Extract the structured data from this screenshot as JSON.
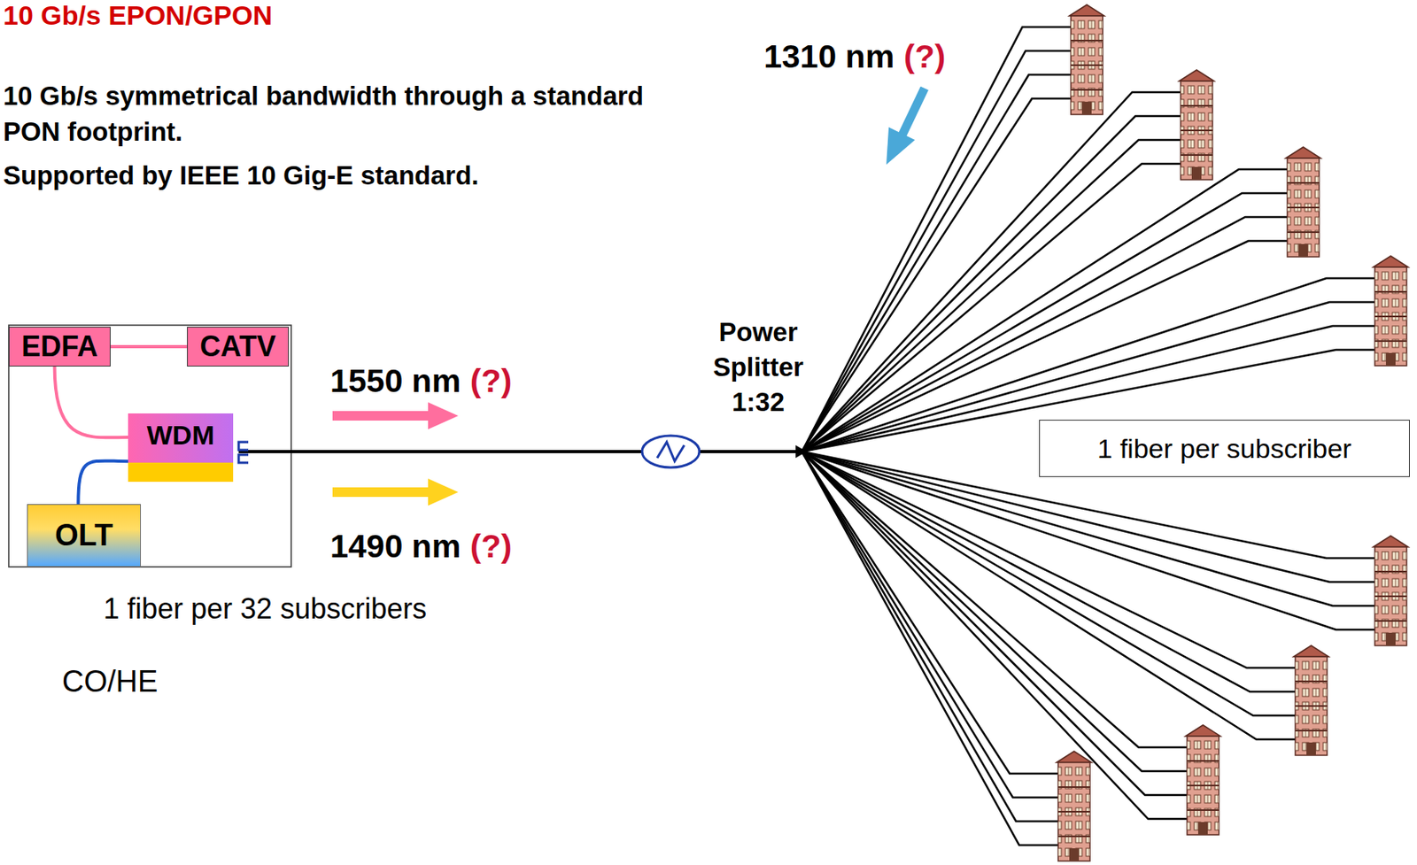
{
  "diagram": {
    "title": "10 Gb/s EPON/GPON",
    "nodes": [
      {
        "text": [
          "EDFA"
        ]
      },
      {
        "text": [
          "CATV"
        ]
      },
      {
        "text": [
          "WDM"
        ]
      },
      {
        "text": [
          "OLT"
        ]
      },
      {
        "text": [
          "1 fiber per subscriber"
        ]
      }
    ],
    "edges": [
      {
        "from": 0,
        "to": 1,
        "arrow": "none"
      },
      {
        "from": 0,
        "to": 2,
        "arrow": "none"
      },
      {
        "from": 3,
        "to": 2,
        "arrow": "none"
      }
    ],
    "labels": [
      "10 Gb/s symmetrical bandwidth through a standard PON footprint.",
      "Supported by IEEE 10 Gig-E standard.",
      "1310 nm",
      "(?)",
      "1550 nm",
      "(?)",
      "Power Splitter 1:32",
      "1490 nm",
      "(?)",
      "1 fiber per 32 subscribers",
      "CO/HE"
    ]
  }
}
